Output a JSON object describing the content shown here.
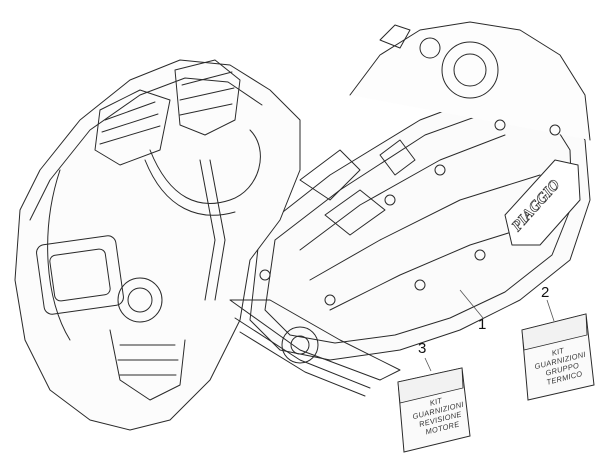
{
  "diagram": {
    "type": "exploded parts diagram",
    "subject": "Scooter engine assembly",
    "brand_logo": "PIAGGIO",
    "line_color": "#2a2a2a",
    "background": "#ffffff"
  },
  "callouts": [
    {
      "number": "1",
      "part": "engine-assembly"
    },
    {
      "number": "2",
      "part": "gasket-kit-cylinder"
    },
    {
      "number": "3",
      "part": "gasket-kit-engine-overhaul"
    }
  ],
  "kits": [
    {
      "id": "2",
      "lines": [
        "KIT",
        "GUARNIZIONI",
        "GRUPPO",
        "TERMICO"
      ]
    },
    {
      "id": "3",
      "lines": [
        "KIT",
        "GUARNIZIONI",
        "REVISIONE",
        "MOTORE"
      ]
    }
  ]
}
